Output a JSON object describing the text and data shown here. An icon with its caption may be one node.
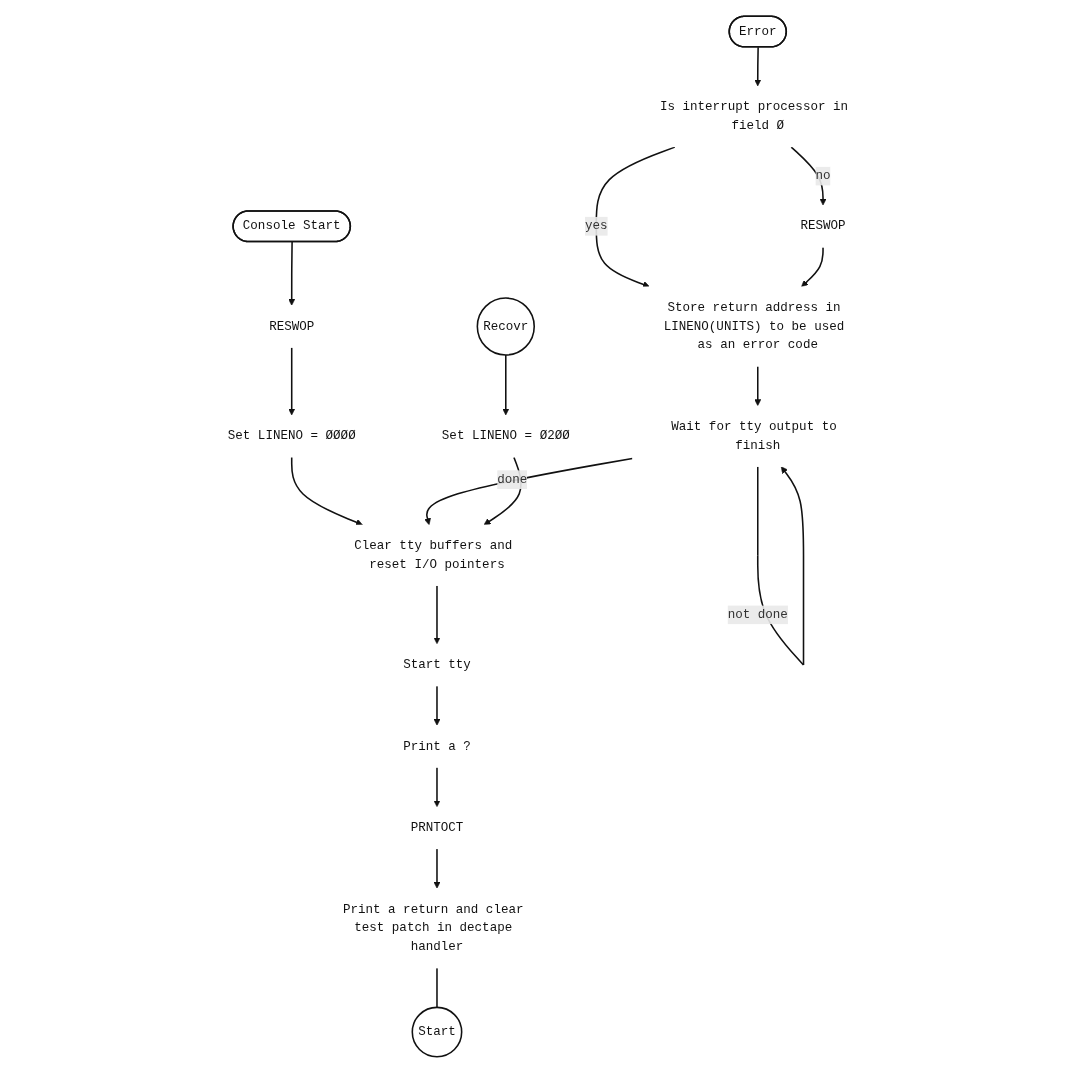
{
  "diagram": {
    "nodes": [
      {
        "text": [
          "Console Start"
        ]
      },
      {
        "text": [
          "Error"
        ]
      },
      {
        "text": [
          "RESWOP"
        ]
      },
      {
        "text": [
          "Set LINENO = ØØØØ"
        ]
      },
      {
        "text": [
          "Is interrupt processor in field Ø"
        ]
      },
      {
        "text": [
          "RESWOP"
        ]
      },
      {
        "text": [
          "Store return address in LINENO(UNITS) to be used as an error code"
        ]
      },
      {
        "text": [
          "Wait for tty output to finish"
        ]
      },
      {
        "text": [
          "Clear tty buffers and reset I/O pointers"
        ]
      },
      {
        "text": [
          "Set LINENO = Ø2ØØ"
        ]
      },
      {
        "text": [
          "Start tty"
        ]
      },
      {
        "text": [
          "Print a ?"
        ]
      },
      {
        "text": [
          "PRNTOCT"
        ]
      },
      {
        "text": [
          "Print a return and clear test patch in dectape handler"
        ]
      },
      {
        "text": [
          "Recovr"
        ]
      },
      {
        "text": [
          "Start"
        ]
      }
    ],
    "edges": [
      {
        "from": 0,
        "to": 2,
        "arrow": "to"
      },
      {
        "from": 2,
        "to": 3,
        "arrow": "to"
      },
      {
        "from": 3,
        "to": 8,
        "arrow": "to"
      },
      {
        "from": 1,
        "to": 4,
        "arrow": "to"
      },
      {
        "from": 4,
        "to": 5,
        "label": "no",
        "arrow": "to"
      },
      {
        "from": 4,
        "to": 6,
        "label": "yes",
        "arrow": "to"
      },
      {
        "from": 5,
        "to": 6,
        "arrow": "to"
      },
      {
        "from": 6,
        "to": 7,
        "arrow": "to"
      },
      {
        "from": 7,
        "to": 7,
        "label": "not done",
        "arrow": "to"
      },
      {
        "from": 7,
        "to": 8,
        "label": "done",
        "arrow": "to"
      },
      {
        "from": 14,
        "to": 9,
        "arrow": "to"
      },
      {
        "from": 9,
        "to": 8,
        "arrow": "to"
      },
      {
        "from": 8,
        "to": 10,
        "arrow": "to"
      },
      {
        "from": 10,
        "to": 11,
        "arrow": "to"
      },
      {
        "from": 11,
        "to": 12,
        "arrow": "to"
      },
      {
        "from": 12,
        "to": 13,
        "arrow": "to"
      },
      {
        "from": 13,
        "to": 15,
        "arrow": "none"
      }
    ]
  }
}
